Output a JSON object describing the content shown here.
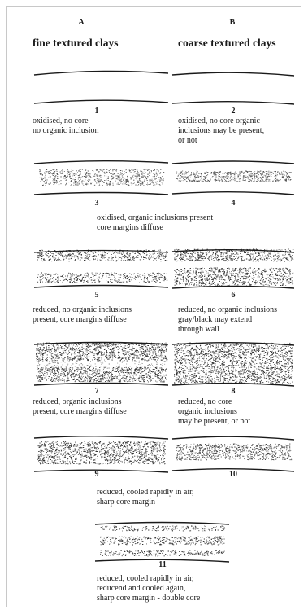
{
  "columns": {
    "a": {
      "letter": "A",
      "heading": "fine textured clays"
    },
    "b": {
      "letter": "B",
      "heading": "coarse textured clays"
    }
  },
  "sherds": [
    {
      "num": "1",
      "caption": "oxidised, no core\nno organic inclusion"
    },
    {
      "num": "2",
      "caption": "oxidised, no core organic\ninclusions may be present,\nor not"
    },
    {
      "num": "3",
      "caption": ""
    },
    {
      "num": "4",
      "caption": ""
    },
    {
      "num": "5",
      "caption": "reduced, no organic inclusions\npresent, core margins diffuse"
    },
    {
      "num": "6",
      "caption": "reduced, no organic inclusions\ngray/black may extend\nthrough wall"
    },
    {
      "num": "7",
      "caption": "reduced, organic inclusions\npresent, core margins diffuse"
    },
    {
      "num": "8",
      "caption": "reduced, no core\norganic inclusions\nmay be present, or not"
    },
    {
      "num": "9",
      "caption": ""
    },
    {
      "num": "10",
      "caption": ""
    },
    {
      "num": "11",
      "caption": "reduced, cooled rapidly in air,\nreducend and cooled again,\nsharp core margin - double core"
    }
  ],
  "shared_captions": {
    "row_3_4": "oxidised, organic inclusions present\ncore margins diffuse",
    "row_9_10": "reduced, cooled rapidly in air,\nsharp core margin"
  },
  "colors": {
    "ink": "#1a1a1a",
    "frame": "#c8c8c8",
    "paper": "#ffffff"
  }
}
